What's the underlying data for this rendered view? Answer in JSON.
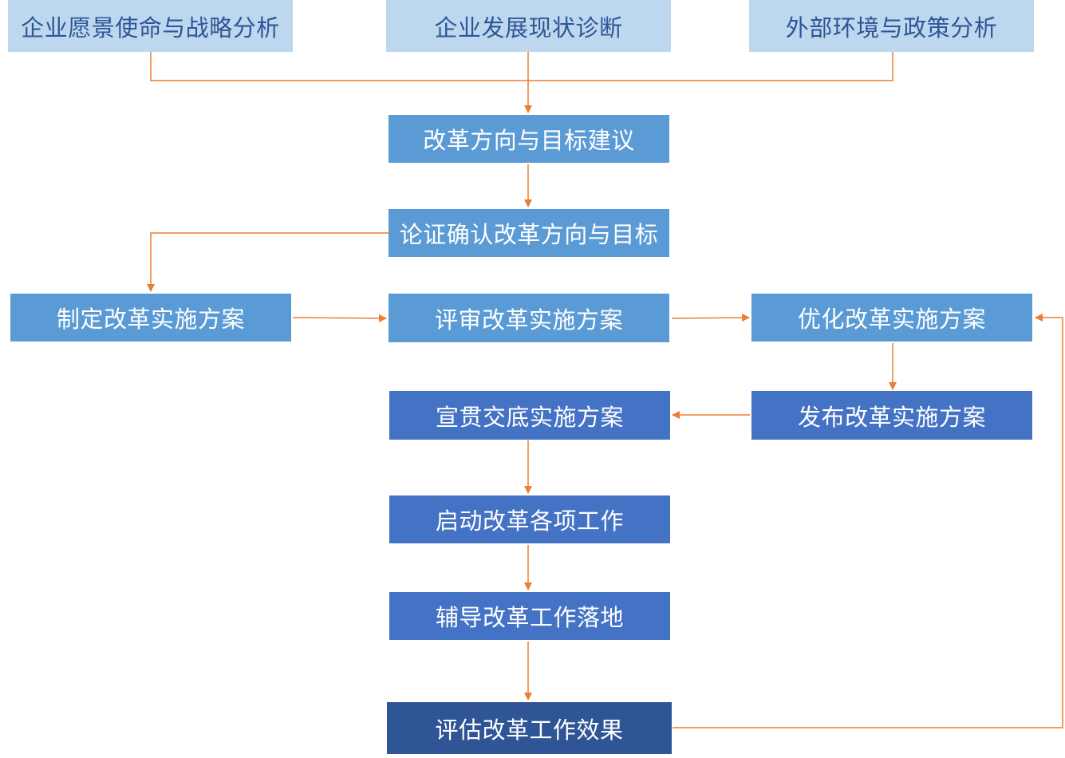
{
  "nodes": {
    "vision": "企业愿景使命与战略分析",
    "status": "企业发展现状诊断",
    "external": "外部环境与政策分析",
    "proposal": "改革方向与目标建议",
    "confirm": "论证确认改革方向与目标",
    "make_plan": "制定改革实施方案",
    "review_plan": "评审改革实施方案",
    "optimize_plan": "优化改革实施方案",
    "publish_plan": "发布改革实施方案",
    "communicate_plan": "宣贯交底实施方案",
    "start_work": "启动改革各项工作",
    "guide_work": "辅导改革工作落地",
    "evaluate": "评估改革工作效果"
  },
  "colors": {
    "top_fill": "#BDD7EE",
    "top_text": "#2F5597",
    "mid_fill": "#5B9BD5",
    "dark_fill": "#4472C4",
    "darkest_fill": "#2F5597",
    "connector": "#ED7D31"
  }
}
